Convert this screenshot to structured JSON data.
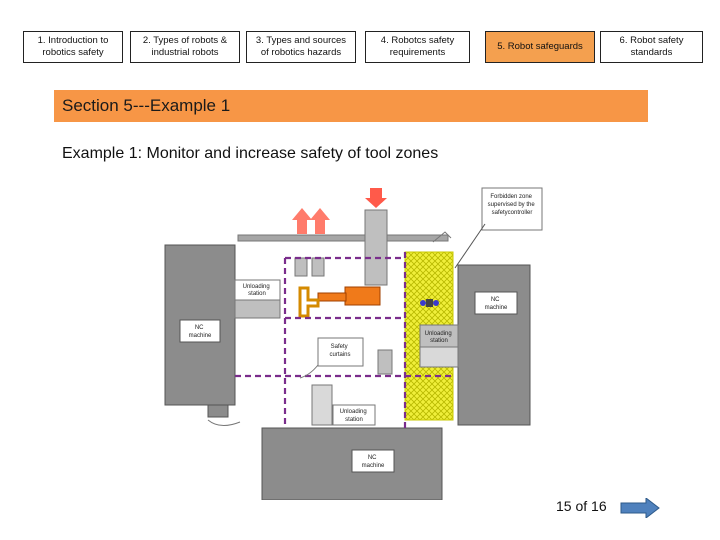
{
  "nav": {
    "tabs": [
      {
        "label": "1. Introduction to\nrobotics safety"
      },
      {
        "label": "2. Types of robots &\nindustrial robots"
      },
      {
        "label": "3. Types and sources\nof robotics hazards"
      },
      {
        "label": "4. Robotcs safety\nrequirements"
      },
      {
        "label": "5. Robot safeguards"
      },
      {
        "label": "6. Robot safety\nstandards"
      }
    ]
  },
  "section": {
    "title": "Section  5---Example 1"
  },
  "subtitle": "Example 1: Monitor and increase safety of tool zones",
  "diagram": {
    "labels": {
      "forbidden_zone": [
        "Forbidden zone",
        "supervised by the",
        "safetycontroller"
      ],
      "unloading_station_left": [
        "Unloading",
        "station"
      ],
      "nc_machine_left": [
        "NC",
        "machine"
      ],
      "nc_machine_right": [
        "NC",
        "machine"
      ],
      "unloading_station_right": [
        "Unloading",
        "station"
      ],
      "safety_curtains": [
        "Safety",
        "curtains"
      ],
      "unloading_station_bottom": [
        "Unloading",
        "station"
      ],
      "nc_machine_bottom": [
        "NC",
        "machine"
      ]
    }
  },
  "pagination": {
    "text": "15 of 16"
  },
  "colors": {
    "accent": "#f79646",
    "zone": "#f0ef3a",
    "arrow": "#4f81bd",
    "dashed": "#7a2d8c"
  }
}
